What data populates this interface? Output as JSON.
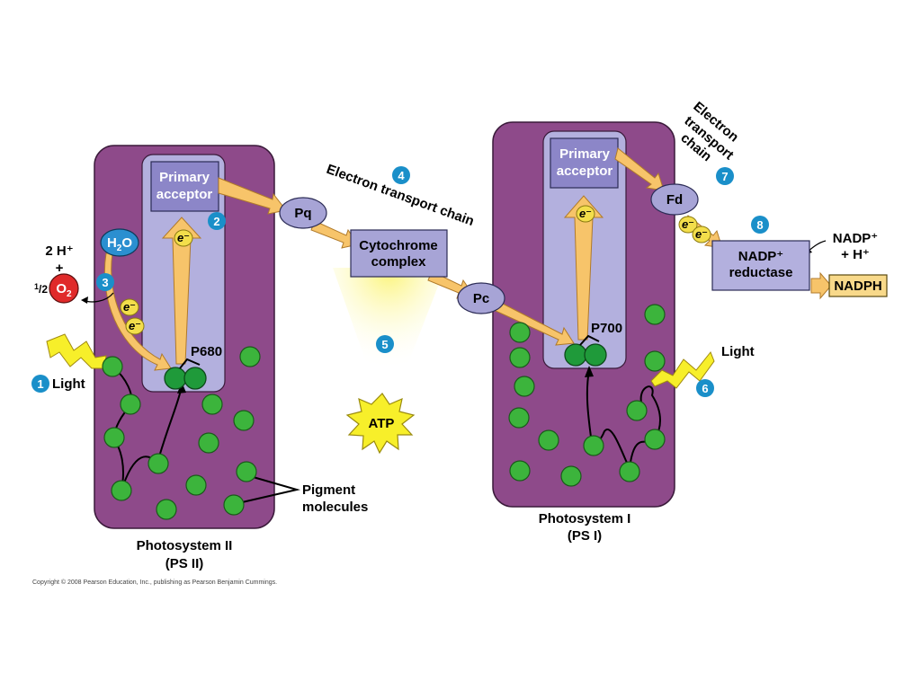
{
  "labels": {
    "primary_acceptor_line1": "Primary",
    "primary_acceptor_line2": "acceptor",
    "pq": "Pq",
    "cytochrome_line1": "Cytochrome",
    "cytochrome_line2": "complex",
    "pc": "Pc",
    "fd": "Fd",
    "nadp_reductase_line1": "NADP⁺",
    "nadp_reductase_line2": "reductase",
    "nadph": "NADPH",
    "nadp_input_line1": "NADP⁺",
    "nadp_input_line2": "+ H⁺",
    "atp": "ATP",
    "p680": "P680",
    "p700": "P700",
    "h2o_main": "H",
    "h2o_sub": "2",
    "h2o_end": "O",
    "two_h_plus": "2 H⁺",
    "plus": "+",
    "half_num": "1",
    "half_den": "/2",
    "o2_main": "O",
    "o2_sub": "2",
    "electron": "e⁻",
    "light": "Light",
    "etc_main": "Electron transport chain",
    "etc_small_line1": "Electron",
    "etc_small_line2": "transport",
    "etc_small_line3": "chain",
    "pigment_line1": "Pigment",
    "pigment_line2": "molecules",
    "ps2_line1": "Photosystem II",
    "ps2_line2": "(PS II)",
    "ps1_line1": "Photosystem I",
    "ps1_line2": "(PS I)",
    "copyright": "Copyright © 2008 Pearson Education, Inc., publishing as Pearson Benjamin Cummings."
  },
  "steps": [
    "1",
    "2",
    "3",
    "4",
    "5",
    "6",
    "7",
    "8"
  ],
  "colors": {
    "membrane": "#8e4a8a",
    "inner": "#b3b0de",
    "acceptor_box": "#8c86c8",
    "carrier_oval": "#a7a4d6",
    "pigment": "#3cb43c",
    "arrow_fill": "#f7c46a",
    "step_circle": "#1a8fc9",
    "water": "#2b8fd0",
    "oxygen": "#e02a2a",
    "electron": "#f3de4b",
    "atp_star": "#f7ef2a",
    "nadph_box": "#f8d98a"
  }
}
